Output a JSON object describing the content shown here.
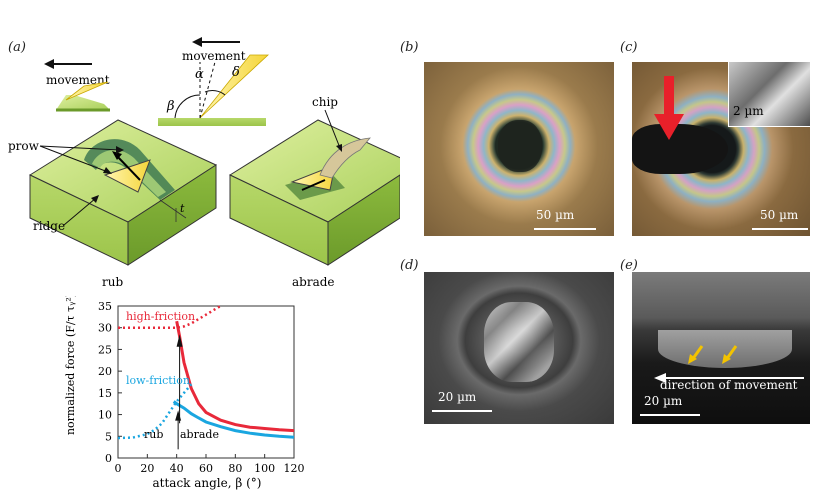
{
  "panels": {
    "a": "(a)",
    "b": "(b)",
    "c": "(c)",
    "d": "(d)",
    "e": "(e)"
  },
  "schematic": {
    "movement_left": "movement",
    "movement_top": "movement",
    "alpha": "α",
    "delta": "δ",
    "beta": "β",
    "prow": "prow",
    "ridge": "ridge",
    "chip": "chip",
    "t": "t",
    "rub": "rub",
    "abrade": "abrade"
  },
  "micrographs": {
    "b_scale": "50 µm",
    "c_scale": "50 µm",
    "c_inset_scale": "2 µm",
    "d_scale": "20 µm",
    "e_scale": "20 µm",
    "e_direction": "direction of movement"
  },
  "chart_data": {
    "type": "line",
    "xlabel": "attack angle, β (°)",
    "ylabel": "normalized force (F/τ τᵧ²)",
    "xlim": [
      0,
      120
    ],
    "ylim": [
      0,
      35
    ],
    "xticks": [
      0,
      20,
      40,
      60,
      80,
      100,
      120
    ],
    "yticks": [
      0,
      5,
      10,
      15,
      20,
      25,
      30,
      35
    ],
    "annotations": [
      "high-friction",
      "low-friction",
      "rub",
      "abrade"
    ],
    "series": [
      {
        "name": "high-friction",
        "color": "#e8293a",
        "dotted": {
          "x": [
            0,
            10,
            20,
            30,
            40,
            45,
            50,
            55,
            60,
            65,
            70
          ],
          "y": [
            30,
            30,
            30,
            30,
            30,
            30.3,
            31,
            32,
            33,
            34,
            35
          ]
        },
        "solid": {
          "x": [
            40,
            42,
            45,
            50,
            55,
            60,
            70,
            80,
            90,
            100,
            110,
            120
          ],
          "y": [
            31.5,
            28,
            22,
            16,
            12.5,
            10.5,
            8.7,
            7.7,
            7.1,
            6.8,
            6.5,
            6.3
          ]
        }
      },
      {
        "name": "low-friction",
        "color": "#1aa6e0",
        "dotted": {
          "x": [
            0,
            10,
            20,
            25,
            30,
            35,
            40,
            45,
            50
          ],
          "y": [
            4.6,
            4.7,
            5.5,
            6.5,
            8,
            10.5,
            13,
            15,
            17
          ]
        },
        "solid": {
          "x": [
            38,
            40,
            45,
            50,
            55,
            60,
            70,
            80,
            90,
            100,
            110,
            120
          ],
          "y": [
            13,
            12.5,
            11.5,
            10.2,
            9.2,
            8.3,
            7.2,
            6.3,
            5.7,
            5.3,
            5.0,
            4.8
          ]
        }
      }
    ]
  }
}
